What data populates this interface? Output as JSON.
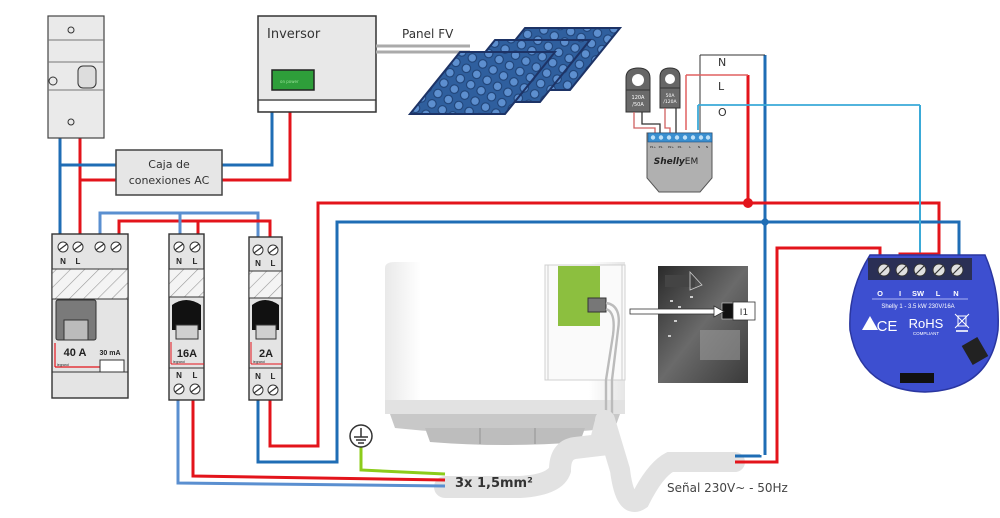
{
  "title": "Esquema de conexión Shelly 1 + Shelly EM con termo eléctrico",
  "colors": {
    "phase": "#e3141b",
    "neutral": "#1f6db5",
    "light_blue": "#3aaad8",
    "earth": "#8ccc1a",
    "shelly_body": "#3d4fd0",
    "green_board": "#8cbf3f"
  },
  "inverter": {
    "label": "Inversor",
    "display_text": "on power"
  },
  "solar_panel": {
    "label": "Panel FV"
  },
  "ac_box": {
    "label_line1": "Caja de",
    "label_line2": "conexiones AC"
  },
  "rcd_breaker": {
    "terminals": [
      "N",
      "L"
    ],
    "rating": "40 A",
    "sensitivity": "30 mA",
    "brand": "legrand"
  },
  "breaker_16a": {
    "top_terminals": [
      "N",
      "L"
    ],
    "rating": "16A",
    "bottom_terminals": [
      "N",
      "L"
    ],
    "brand": "legrand"
  },
  "breaker_2a": {
    "top_terminals": [
      "N",
      "L"
    ],
    "rating": "2A",
    "bottom_terminals": [
      "N",
      "L"
    ],
    "brand": "legrand"
  },
  "shelly_em": {
    "name": "Shelly",
    "model": "EM",
    "clamp1": [
      "120A",
      "/50A"
    ],
    "clamp2": [
      "50A",
      "/120A"
    ],
    "pins": [
      "P1+",
      "P1-",
      "P2+",
      "P2-",
      "L",
      "N",
      "N"
    ],
    "line_labels": [
      "N",
      "L",
      "O"
    ]
  },
  "shelly1": {
    "terminals": [
      "O",
      "I",
      "SW",
      "L",
      "N"
    ],
    "spec": "Shelly 1 - 3.5 kW 230V/16A",
    "rohs": "RoHS",
    "compliant": "COMPLIANT",
    "ce": "CE"
  },
  "water_heater": {
    "input_label": "I1"
  },
  "cable": {
    "label": "3x 1,5mm²"
  },
  "signal": {
    "label": "Señal 230V~ - 50Hz"
  },
  "earth_symbol": {
    "icon": "earth-ground-icon"
  }
}
